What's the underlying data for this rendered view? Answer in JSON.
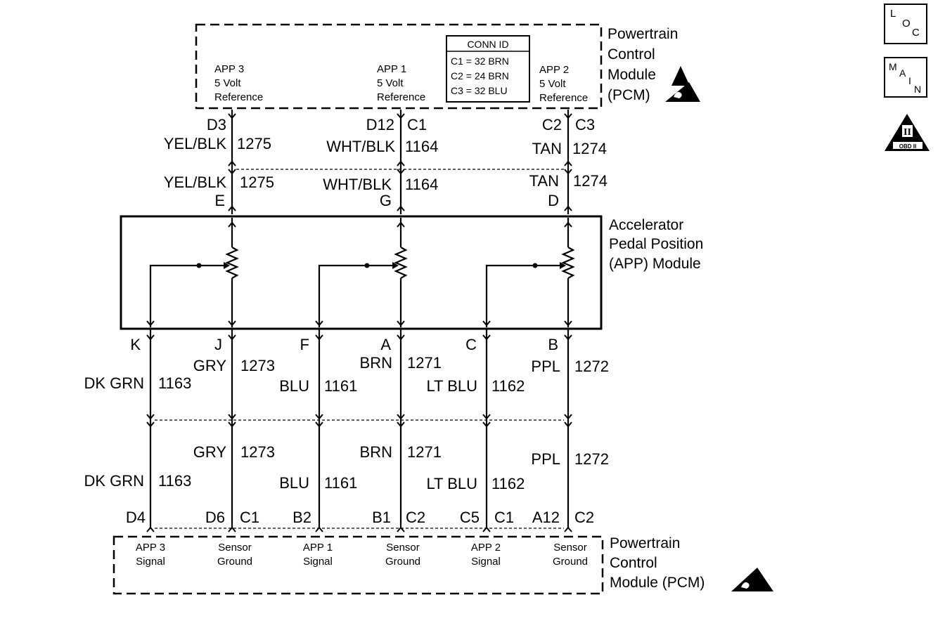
{
  "pcm_top": {
    "title_lines": [
      "Powertrain",
      "Control",
      "Module",
      "(PCM)"
    ],
    "pins": [
      {
        "lines": [
          "APP 3",
          "5 Volt",
          "Reference"
        ]
      },
      {
        "lines": [
          "APP 1",
          "5 Volt",
          "Reference"
        ]
      },
      {
        "lines": [
          "APP 2",
          "5 Volt",
          "Reference"
        ]
      }
    ],
    "conn_id": {
      "header": "CONN ID",
      "rows": [
        "C1 = 32 BRN",
        "C2 = 24 BRN",
        "C3 = 32 BLU"
      ]
    }
  },
  "upper_wires": [
    {
      "pcm_pin": "D3",
      "pcm_conn": "",
      "color": "YEL/BLK",
      "circuit": "1275",
      "module_pin": "E",
      "color2": "YEL/BLK",
      "circuit2": "1275"
    },
    {
      "pcm_pin": "D12",
      "pcm_conn": "C1",
      "color": "WHT/BLK",
      "circuit": "1164",
      "module_pin": "G",
      "color2": "WHT/BLK",
      "circuit2": "1164"
    },
    {
      "pcm_pin": "C2",
      "pcm_conn": "C3",
      "color": "TAN",
      "circuit": "1274",
      "module_pin": "D",
      "color2": "TAN",
      "circuit2": "1274"
    }
  ],
  "app_module": {
    "title_lines": [
      "Accelerator",
      "Pedal Position",
      "(APP) Module"
    ]
  },
  "lower_wires": [
    {
      "module_pin": "K",
      "color": "DK GRN",
      "circuit": "1163",
      "pcm_pin": "D4",
      "pcm_conn": ""
    },
    {
      "module_pin": "J",
      "color": "GRY",
      "circuit": "1273",
      "pcm_pin": "D6",
      "pcm_conn": "C1"
    },
    {
      "module_pin": "F",
      "color": "BLU",
      "circuit": "1161",
      "pcm_pin": "B2",
      "pcm_conn": ""
    },
    {
      "module_pin": "A",
      "color": "BRN",
      "circuit": "1271",
      "pcm_pin": "B1",
      "pcm_conn": "C2"
    },
    {
      "module_pin": "C",
      "color": "LT BLU",
      "circuit": "1162",
      "pcm_pin": "C5",
      "pcm_conn": "C1"
    },
    {
      "module_pin": "B",
      "color": "PPL",
      "circuit": "1272",
      "pcm_pin": "A12",
      "pcm_conn": "C2"
    }
  ],
  "pcm_bottom": {
    "title_lines": [
      "Powertrain",
      "Control",
      "Module (PCM)"
    ],
    "pins": [
      {
        "lines": [
          "APP 3",
          "Signal"
        ]
      },
      {
        "lines": [
          "Sensor",
          "Ground"
        ]
      },
      {
        "lines": [
          "APP 1",
          "Signal"
        ]
      },
      {
        "lines": [
          "Sensor",
          "Ground"
        ]
      },
      {
        "lines": [
          "APP 2",
          "Signal"
        ]
      },
      {
        "lines": [
          "Sensor",
          "Ground"
        ]
      }
    ]
  },
  "side_icons": {
    "loc": {
      "letters": [
        "L",
        "O",
        "C"
      ]
    },
    "main": {
      "letters": [
        "M",
        "A",
        "I",
        "N"
      ]
    },
    "obd": {
      "numeral": "II",
      "caption": "OBD II"
    }
  }
}
